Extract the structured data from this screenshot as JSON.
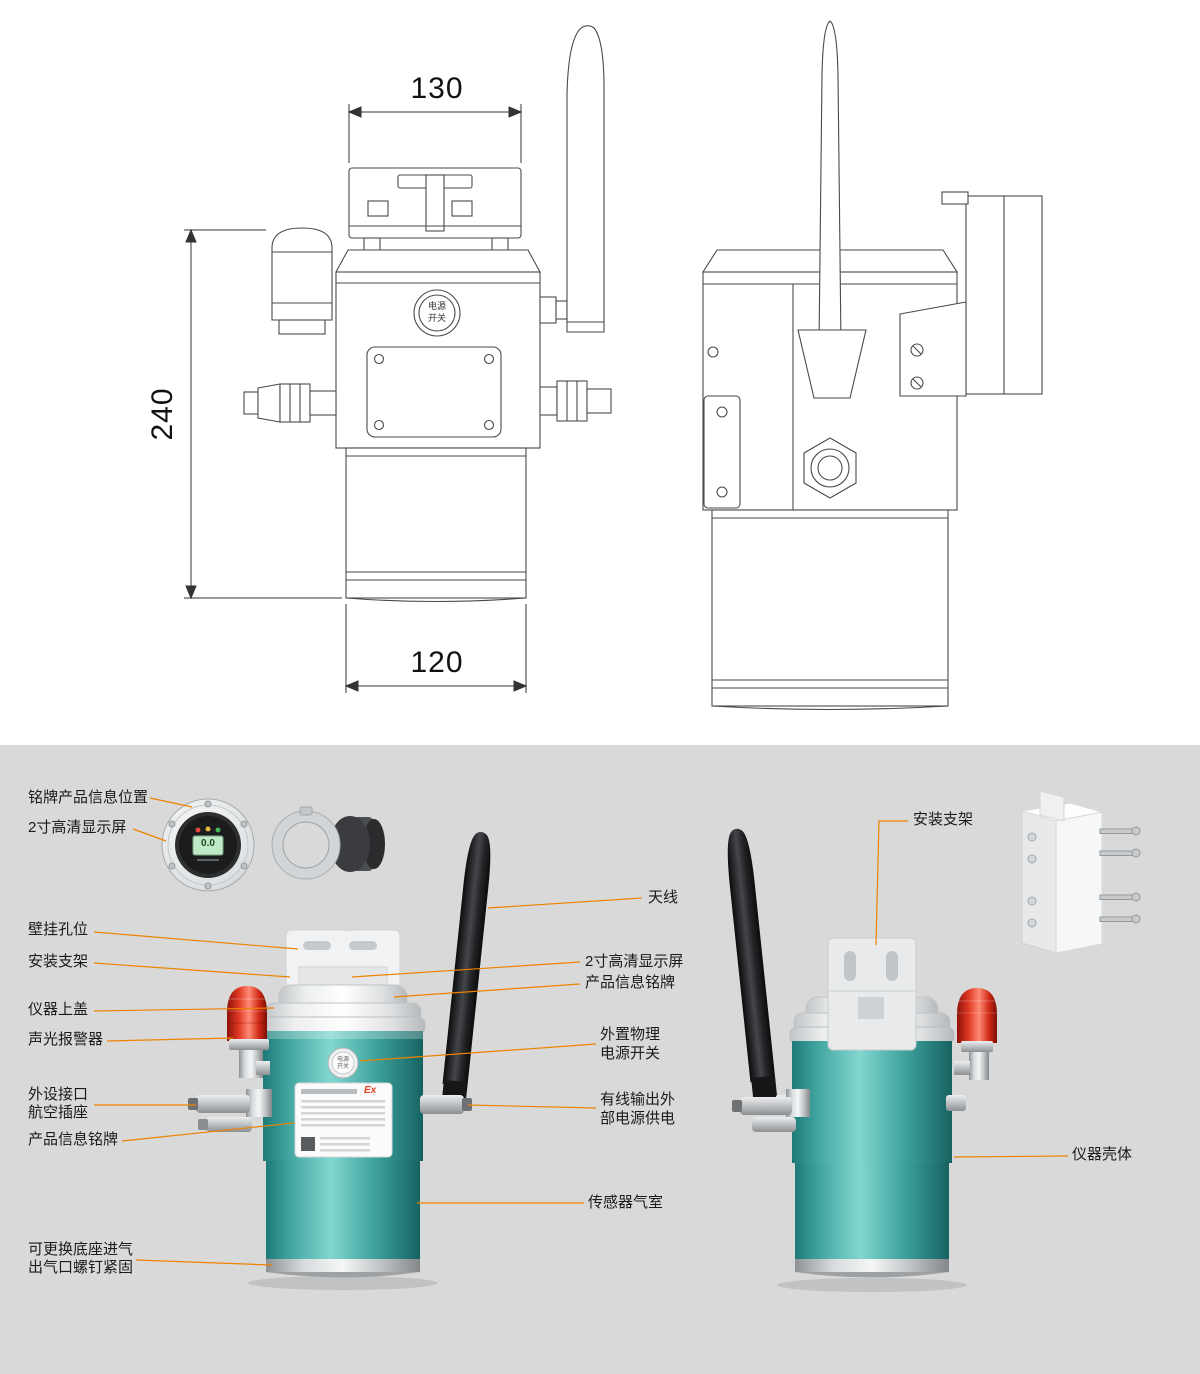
{
  "dims": {
    "width_top": "130",
    "height": "240",
    "width_bottom": "120"
  },
  "drawing": {
    "power_switch": "电源\n开关"
  },
  "details": {
    "display_value": "0.0",
    "ex_mark": "Ex"
  },
  "colors": {
    "accent": "#ef8200",
    "teal": "#3aa9a3",
    "background_bottom": "#d9d9d9",
    "alarm_red": "#d8281a",
    "antenna_black": "#1a1a1c"
  },
  "callouts": {
    "left": [
      {
        "label": "铭牌产品信息位置"
      },
      {
        "label": "2寸高清显示屏"
      },
      {
        "label": "壁挂孔位"
      },
      {
        "label": "安装支架"
      },
      {
        "label": "仪器上盖"
      },
      {
        "label": "声光报警器"
      },
      {
        "label": "外设接口"
      },
      {
        "label": "航空插座"
      },
      {
        "label": "产品信息铭牌"
      },
      {
        "label": "可更换底座进气"
      },
      {
        "label": "出气口螺钉紧固"
      }
    ],
    "middle": [
      {
        "label": "天线"
      },
      {
        "label": "2寸高清显示屏"
      },
      {
        "label": "产品信息铭牌"
      },
      {
        "label": "外置物理\n电源开关"
      },
      {
        "label": "有线输出外\n部电源供电"
      },
      {
        "label": "传感器气室"
      }
    ],
    "right": [
      {
        "label": "安装支架"
      },
      {
        "label": "仪器壳体"
      }
    ]
  }
}
